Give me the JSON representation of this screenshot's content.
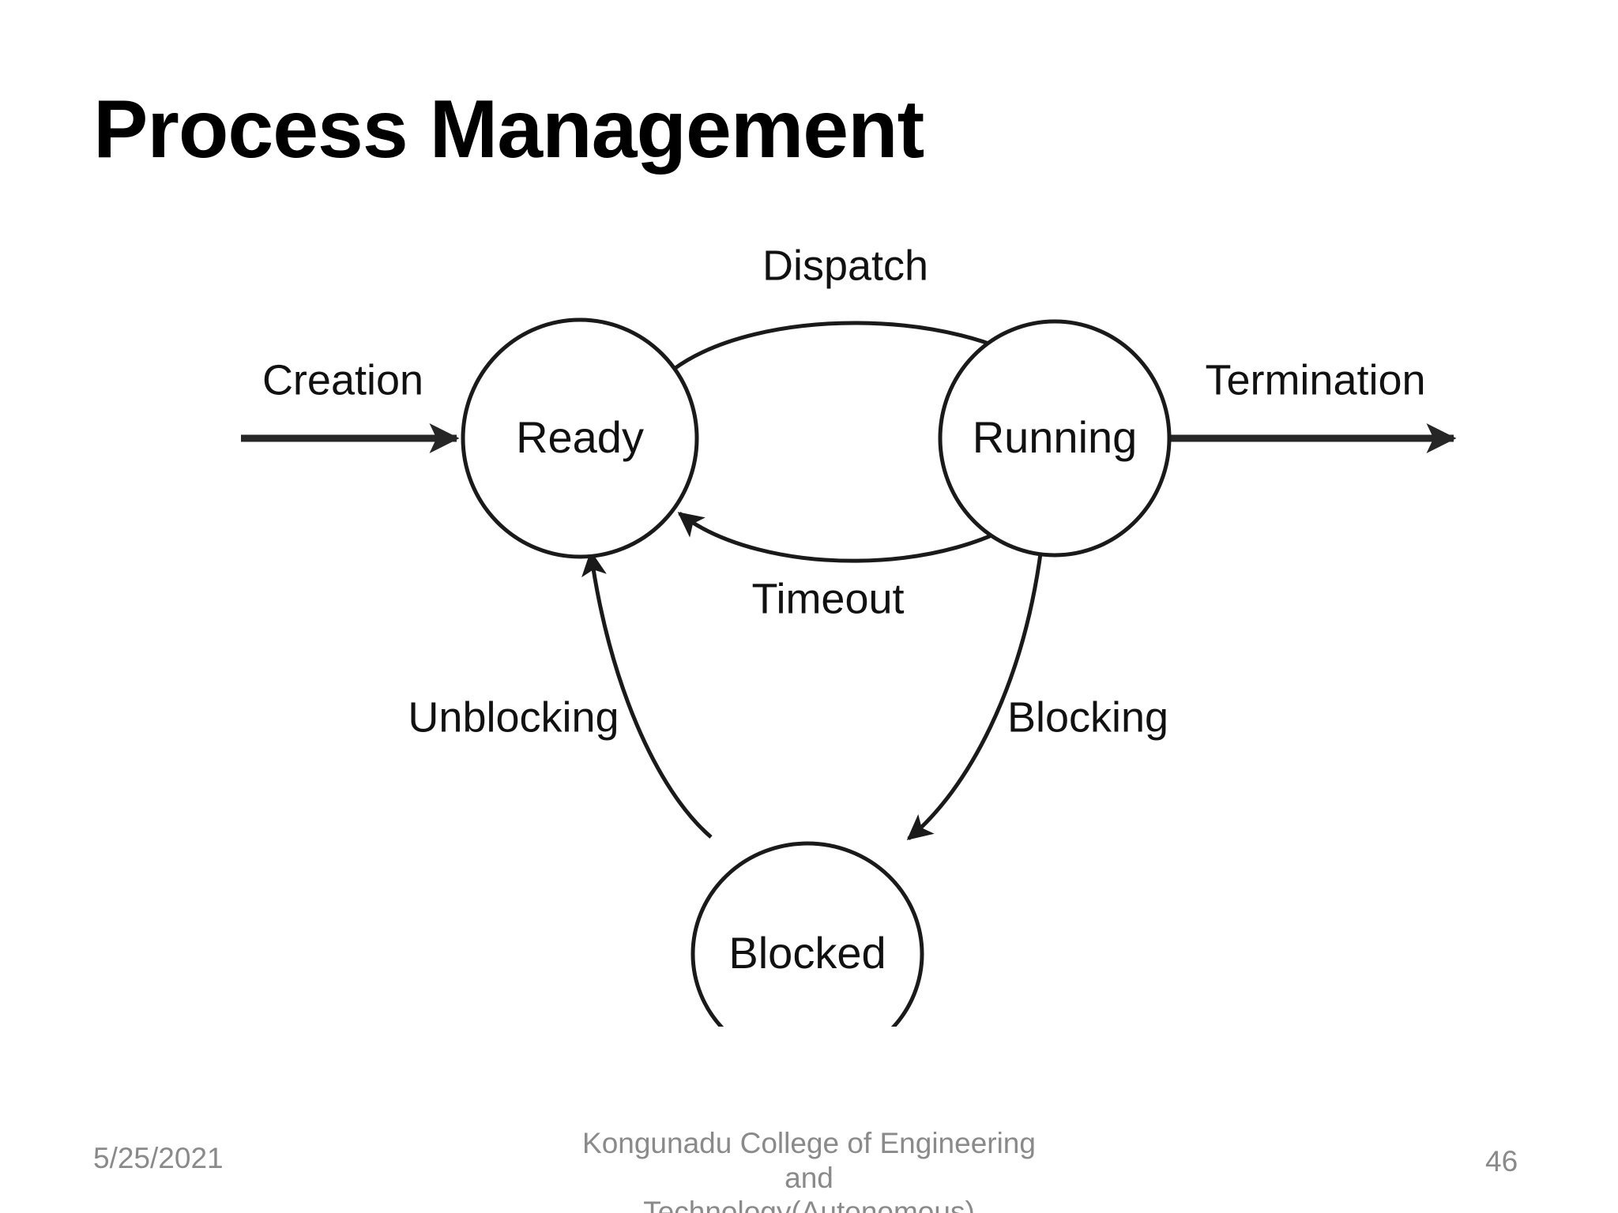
{
  "slide": {
    "title": "Process Management",
    "background_color": "#ffffff",
    "text_color": "#000000"
  },
  "diagram": {
    "type": "state-transition-diagram",
    "nodes": [
      {
        "id": "ready",
        "label": "Ready"
      },
      {
        "id": "running",
        "label": "Running"
      },
      {
        "id": "blocked",
        "label": "Blocked"
      }
    ],
    "edges": [
      {
        "id": "creation",
        "label": "Creation",
        "from": "",
        "to": "ready"
      },
      {
        "id": "dispatch",
        "label": "Dispatch",
        "from": "ready",
        "to": "running"
      },
      {
        "id": "timeout",
        "label": "Timeout",
        "from": "running",
        "to": "ready"
      },
      {
        "id": "termination",
        "label": "Termination",
        "from": "running",
        "to": ""
      },
      {
        "id": "blocking",
        "label": "Blocking",
        "from": "running",
        "to": "blocked"
      },
      {
        "id": "unblocking",
        "label": "Unblocking",
        "from": "blocked",
        "to": "ready"
      }
    ],
    "stroke_color": "#1a1a1a"
  },
  "footer": {
    "date": "5/25/2021",
    "organization_line1": "Kongunadu College of Engineering and",
    "organization_line2": "Technology(Autonomous)",
    "page_number": "46",
    "text_color": "#8a8a8a"
  }
}
